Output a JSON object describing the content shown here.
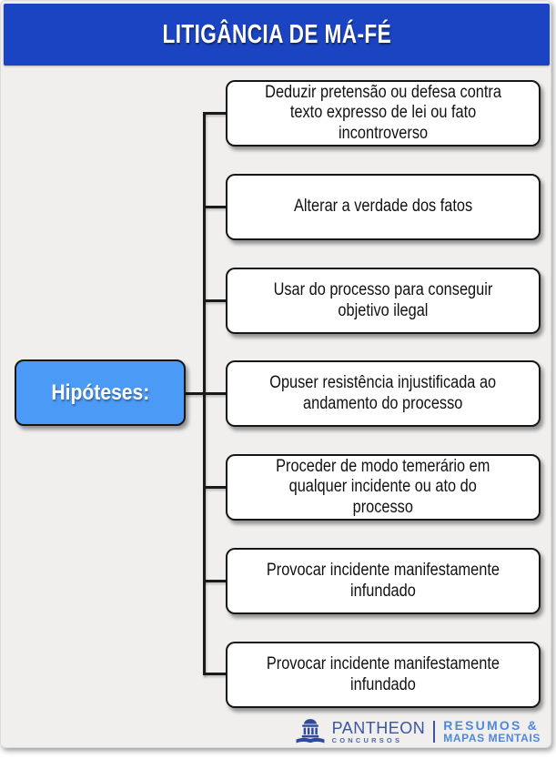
{
  "header": {
    "title": "LITIGÂNCIA DE MÁ-FÉ"
  },
  "root": {
    "label": "Hipóteses:"
  },
  "hypotheses": [
    "Deduzir pretensão ou defesa contra\ntexto expresso de lei ou fato\nincontroverso",
    "Alterar a verdade dos fatos",
    "Usar do processo para conseguir\nobjetivo ilegal",
    "Opuser resistência injustificada ao\nandamento do processo",
    "Proceder de modo temerário em\nqualquer incidente ou ato do\nprocesso",
    "Provocar incidente manifestamente\ninfundado",
    "Provocar incidente manifestamente\ninfundado"
  ],
  "footer": {
    "brand": "PANTHEON",
    "brand_sub": "CONCURSOS",
    "tagline_line1": "RESUMOS &",
    "tagline_line2": "MAPAS MENTAIS"
  },
  "colors": {
    "header_blue": "#1b44c2",
    "root_node_blue": "#4a9af6",
    "line_black": "#1a1a1a",
    "card_background": "#f0efee",
    "brand_navy": "#3a55a4",
    "brand_light_blue": "#4f88da"
  }
}
